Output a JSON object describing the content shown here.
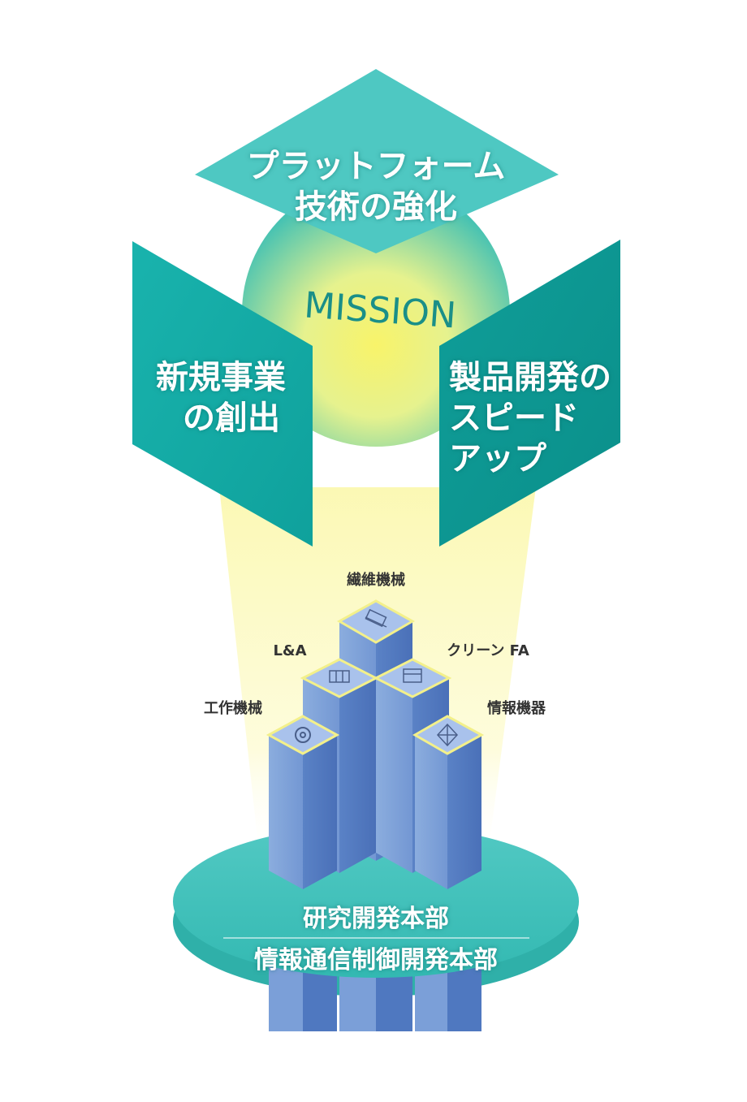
{
  "mission_label": "MISSION",
  "missions": {
    "top": [
      "プラットフォーム",
      "技術の強化"
    ],
    "left": [
      "新規事業",
      "の創出"
    ],
    "right": [
      "製品開発の",
      "スピード",
      "アップ"
    ]
  },
  "business_units": {
    "textile": "繊維機械",
    "la": "L&A",
    "clean_fa": "クリーン FA",
    "machine_tools": "工作機械",
    "info_equipment": "情報機器"
  },
  "foundation": {
    "line1": "研究開発本部",
    "line2": "情報通信制御開発本部"
  },
  "colors": {
    "teal_light": "#4ec8c2",
    "teal": "#14a9a4",
    "teal_dark": "#0e9a95",
    "pillar_front": "#7b9fd8",
    "pillar_side": "#4f78c0",
    "glow": "#f6f38a"
  }
}
